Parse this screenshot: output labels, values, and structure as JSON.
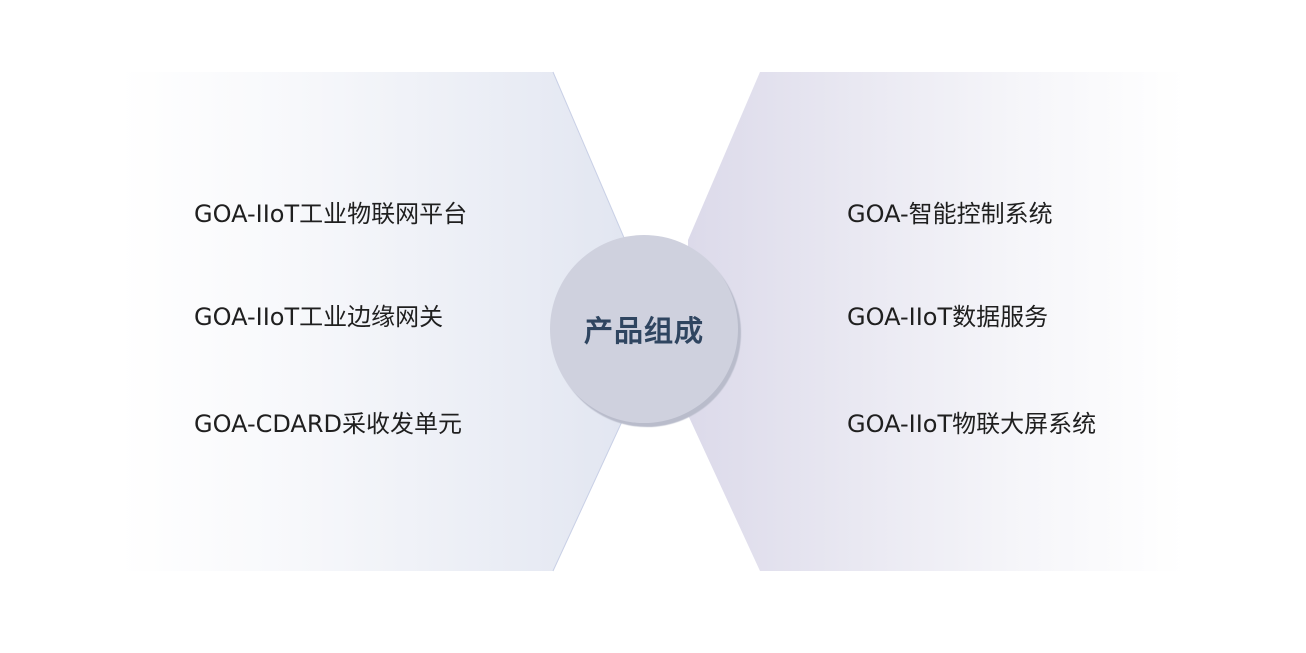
{
  "center": {
    "title": "产品组成"
  },
  "left_items": [
    "GOA-IIoT工业物联网平台",
    "GOA-IIoT工业边缘网关",
    "GOA-CDARD采收发单元"
  ],
  "right_items": [
    "GOA-智能控制系统",
    "GOA-IIoT数据服务",
    "GOA-IIoT物联大屏系统"
  ],
  "colors": {
    "left_panel_edge": "#e2e6f1",
    "right_panel_edge": "#dcdaea",
    "circle_fill": "#cfd1de",
    "title_color": "#2f4560",
    "text_color": "#1f1f1f"
  }
}
